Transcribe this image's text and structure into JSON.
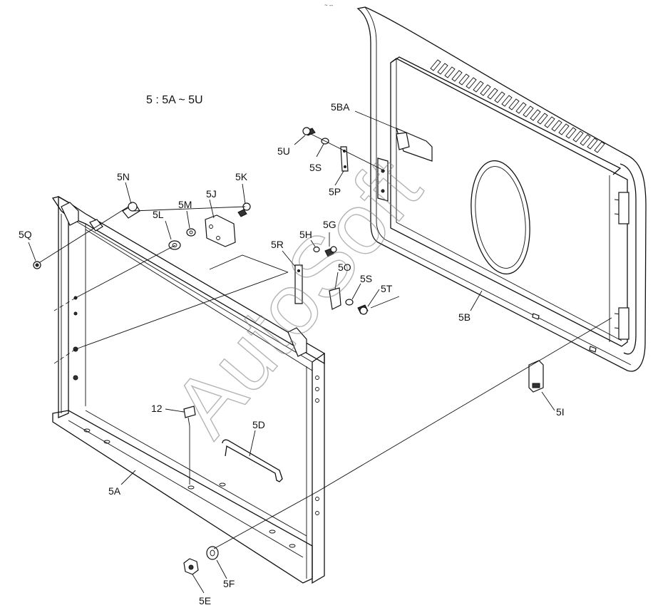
{
  "header": {
    "marks": "~ --"
  },
  "range_note": "5 : 5A ~ 5U",
  "watermark": "AutoSoft",
  "labels": {
    "5BA": "5BA",
    "5U": "5U",
    "5S_top": "5S",
    "5P": "5P",
    "5N": "5N",
    "5K": "5K",
    "5J": "5J",
    "5M": "5M",
    "5L": "5L",
    "5Q": "5Q",
    "5H": "5H",
    "5G": "5G",
    "5R": "5R",
    "5O": "5O",
    "5S_mid": "5S",
    "5T": "5T",
    "5B": "5B",
    "5I": "5I",
    "12": "12",
    "5D": "5D",
    "5A": "5A",
    "5F": "5F",
    "5E": "5E"
  }
}
